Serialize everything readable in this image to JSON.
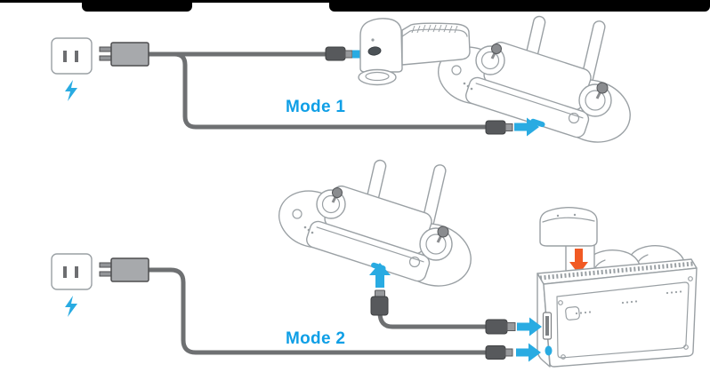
{
  "diagram": {
    "type": "instructional-diagram",
    "subject": "battery-charging-modes",
    "background": "#ffffff",
    "mode1": {
      "label": "Mode 1"
    },
    "mode2": {
      "label": "Mode 2"
    },
    "colors": {
      "accent_blue": "#29abe2",
      "label_blue": "#0f9fe6",
      "insert_arrow_orange": "#f15a24",
      "cable_gray": "#6e7072",
      "connector_dark_gray": "#57595c",
      "adapter_gray": "#a7a9ac",
      "outline_gray": "#9aa0a4",
      "battery_port_dark": "#4c5257",
      "artifact_black": "#000000"
    },
    "icons": [
      {
        "name": "power-outlet-icon",
        "count": 2
      },
      {
        "name": "lightning-bolt-icon",
        "count": 2
      },
      {
        "name": "power-adapter-icon",
        "count": 2
      },
      {
        "name": "usb-cable",
        "count": 4
      },
      {
        "name": "micro-usb-connector-icon",
        "count": 4
      },
      {
        "name": "usb-a-connector-icon",
        "count": 1
      },
      {
        "name": "drone-battery-icon",
        "count": 1
      },
      {
        "name": "remote-controller-icon",
        "count": 2
      },
      {
        "name": "battery-charging-hub-icon",
        "count": 1
      },
      {
        "name": "blue-arrow-icon",
        "count": 5
      },
      {
        "name": "orange-down-arrow-icon",
        "count": 1
      }
    ]
  }
}
